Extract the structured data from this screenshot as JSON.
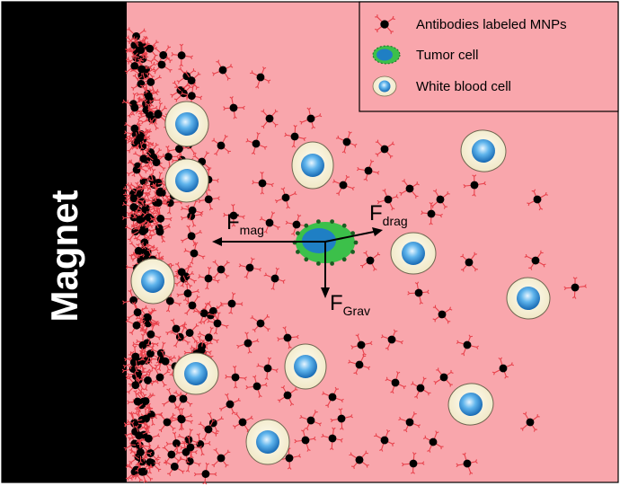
{
  "magnet": {
    "label": "Magnet"
  },
  "legend": {
    "items": [
      {
        "label": "Antibodies labeled MNPs",
        "icon": "antibody-mnp-icon"
      },
      {
        "label": "Tumor cell",
        "icon": "tumor-cell-icon"
      },
      {
        "label": "White blood cell",
        "icon": "white-blood-cell-icon"
      }
    ]
  },
  "forces": {
    "mag": {
      "symbol": "F",
      "subscript": "mag"
    },
    "drag": {
      "symbol": "F",
      "subscript": "drag"
    },
    "grav": {
      "symbol": "F",
      "subscript": "Grav"
    }
  },
  "colors": {
    "fluid": "#f9a6ac",
    "magnet": "#000000",
    "mnp_core": "#000000",
    "antibody": "#e8414b",
    "tumor_outer": "#3cc04a",
    "tumor_nucleus": "#1f7fc4",
    "wbc_cytoplasm": "#f6f0d6",
    "wbc_nucleus": "#2e8fd6"
  }
}
